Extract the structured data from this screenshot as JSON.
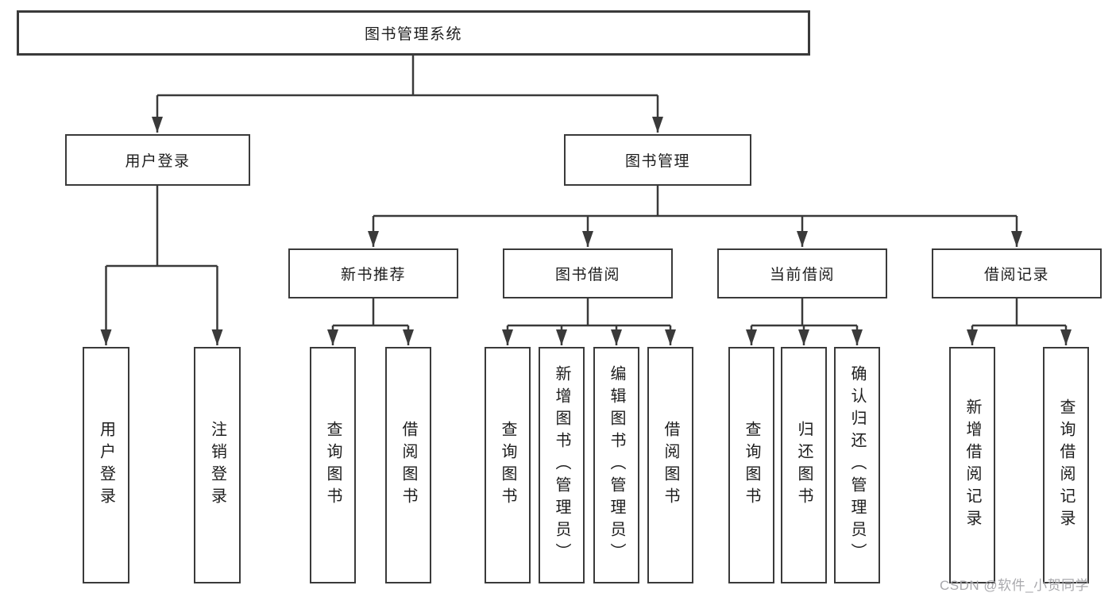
{
  "diagram_type": "hierarchy-chart",
  "colors": {
    "line": "#3a3a3a",
    "box_border": "#3a3a3a",
    "box_fill": "#ffffff",
    "text": "#1d1d1d",
    "watermark": "#a9a9ad"
  },
  "watermark": {
    "text": "CSDN @软件_小贺同学"
  },
  "tree": {
    "label": "图书管理系统",
    "children": [
      {
        "label": "用户登录",
        "children": [
          {
            "label": "用户登录"
          },
          {
            "label": "注销登录"
          }
        ]
      },
      {
        "label": "图书管理",
        "children": [
          {
            "label": "新书推荐",
            "children": [
              {
                "label": "查询图书"
              },
              {
                "label": "借阅图书"
              }
            ]
          },
          {
            "label": "图书借阅",
            "children": [
              {
                "label": "查询图书"
              },
              {
                "label": "新增图书（管理员）"
              },
              {
                "label": "编辑图书（管理员）"
              },
              {
                "label": "借阅图书"
              }
            ]
          },
          {
            "label": "当前借阅",
            "children": [
              {
                "label": "查询图书"
              },
              {
                "label": "归还图书"
              },
              {
                "label": "确认归还（管理员）"
              }
            ]
          },
          {
            "label": "借阅记录",
            "children": [
              {
                "label": "新增借阅记录"
              },
              {
                "label": "查询借阅记录"
              }
            ]
          }
        ]
      }
    ]
  }
}
